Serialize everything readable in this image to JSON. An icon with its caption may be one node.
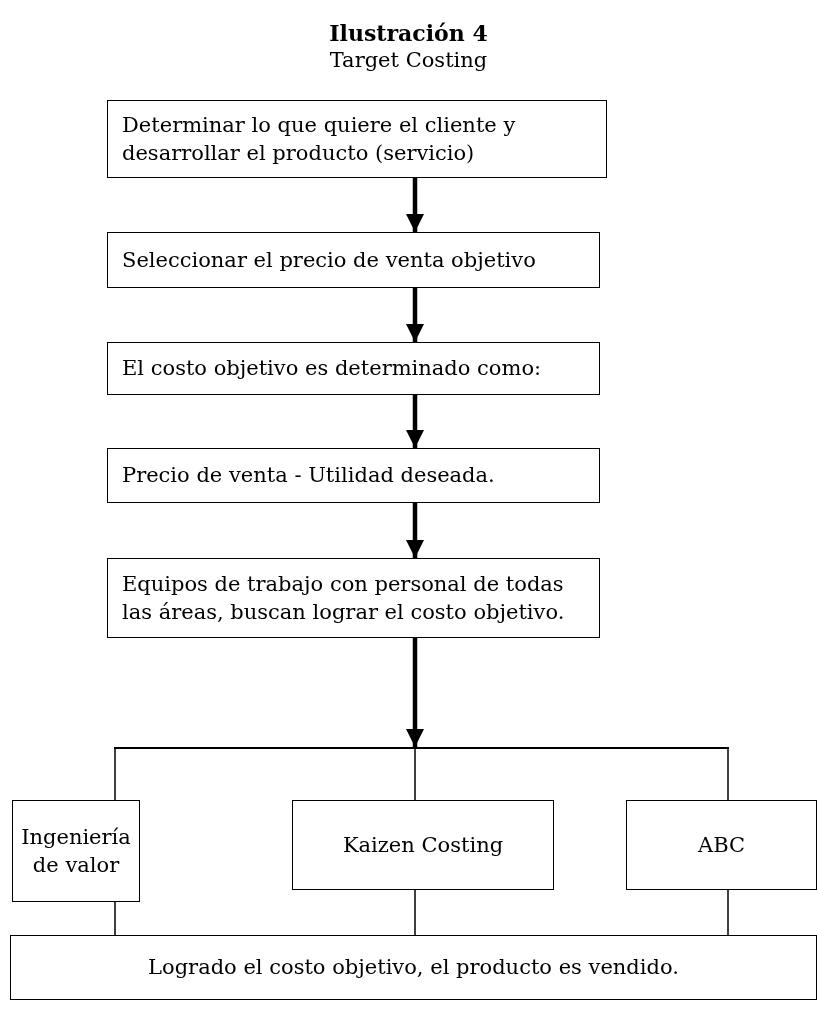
{
  "diagram": {
    "title": "Ilustración 4",
    "nodes": [
      {
        "text": [
          "Determinar lo que quiere el cliente y desarrollar el producto (servicio)"
        ]
      },
      {
        "text": [
          "Seleccionar el precio de venta objetivo"
        ]
      },
      {
        "text": [
          "El costo objetivo es determinado como:"
        ]
      },
      {
        "text": [
          "Precio de venta - Utilidad deseada."
        ]
      },
      {
        "text": [
          "Equipos de trabajo con personal de todas las áreas, buscan lograr el costo objetivo."
        ]
      },
      {
        "text": [],
        "shape": "bar"
      },
      {
        "text": [
          "Ingeniería de valor"
        ]
      },
      {
        "text": [
          "Kaizen Costing"
        ]
      },
      {
        "text": [
          "ABC"
        ]
      },
      {
        "text": [
          "Logrado el costo objetivo, el producto es vendido."
        ]
      }
    ],
    "edges": [
      {
        "from": 0,
        "to": 1,
        "arrow": "to",
        "style": "thick"
      },
      {
        "from": 1,
        "to": 2,
        "arrow": "to",
        "style": "thick"
      },
      {
        "from": 2,
        "to": 3,
        "arrow": "to",
        "style": "thick"
      },
      {
        "from": 3,
        "to": 4,
        "arrow": "to",
        "style": "thick"
      },
      {
        "from": 4,
        "to": 5,
        "arrow": "to",
        "style": "thick"
      },
      {
        "from": 5,
        "to": 6,
        "arrow": "none"
      },
      {
        "from": 5,
        "to": 7,
        "arrow": "none"
      },
      {
        "from": 5,
        "to": 8,
        "arrow": "none"
      },
      {
        "from": 6,
        "to": 9,
        "arrow": "none"
      },
      {
        "from": 7,
        "to": 9,
        "arrow": "none"
      },
      {
        "from": 8,
        "to": 9,
        "arrow": "none"
      }
    ],
    "labels": [
      "Target Costing"
    ]
  }
}
